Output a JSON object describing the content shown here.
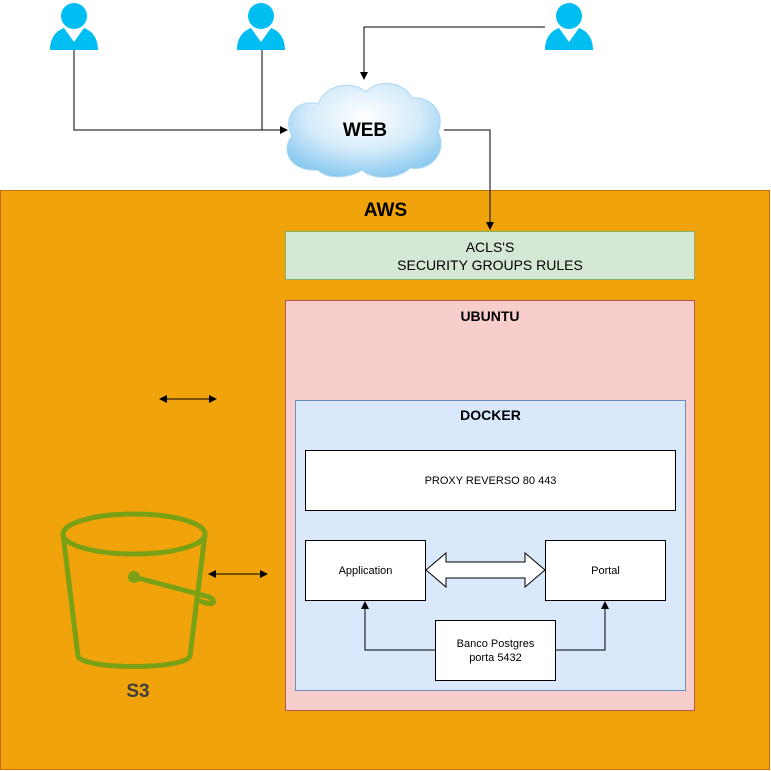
{
  "web": {
    "label": "WEB"
  },
  "aws": {
    "label": "AWS"
  },
  "acl": {
    "line1": "ACLS'S",
    "line2": "SECURITY GROUPS RULES"
  },
  "ubuntu": {
    "label": "UBUNTU"
  },
  "docker": {
    "label": "DOCKER"
  },
  "proxy": {
    "label": "PROXY REVERSO 80 443"
  },
  "application": {
    "label": "Application"
  },
  "portal": {
    "label": "Portal"
  },
  "banco": {
    "line1": "Banco Postgres",
    "line2": "porta 5432"
  },
  "s3": {
    "label": "S3"
  },
  "colors": {
    "aws_fill": "#f0a30a",
    "acl_fill": "#d5e8d4",
    "ubuntu_fill": "#f8cecc",
    "docker_fill": "#dae8fc",
    "user_icon": "#00bef2",
    "s3_icon": "#7aa116"
  },
  "icons": [
    "user-icon",
    "cloud-icon",
    "s3-bucket-icon"
  ]
}
